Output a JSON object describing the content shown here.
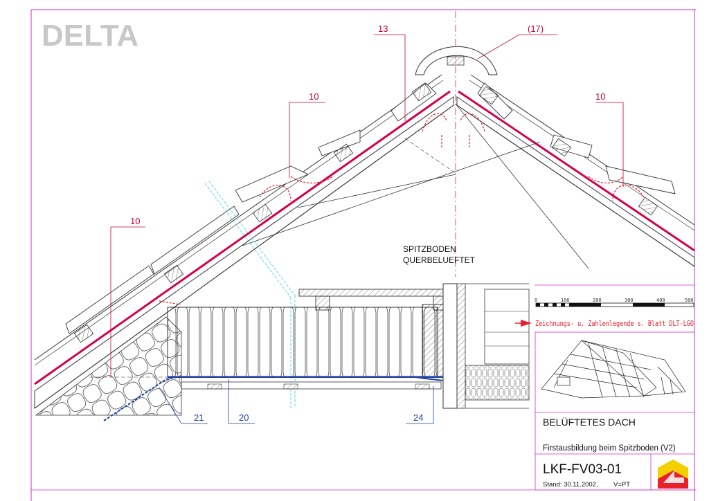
{
  "brand": {
    "logo_text": "DELTA"
  },
  "callouts": {
    "c13": "13",
    "c17": "(17)",
    "c10_mid_left": "10",
    "c10_right": "10",
    "c10_low_left": "10",
    "c21": "21",
    "c20": "20",
    "c24": "24"
  },
  "labels": {
    "attic_line1": "SPITZBODEN",
    "attic_line2": "QUERBELUEFTET",
    "legend_note": "Zeichnungs- u. Zahlenlegende s. Blatt DLT-LGO"
  },
  "scale": {
    "ticks": [
      "0",
      "100",
      "200",
      "300",
      "400",
      "500"
    ]
  },
  "title_block": {
    "category": "BELÜFTETES DACH",
    "subtitle": "Firstausbildung beim Spitzboden (V2)",
    "drawing_no": "LKF-FV03-01",
    "date_line": "Stand: 30.11.2002,",
    "version": "V=PT"
  },
  "colors": {
    "frame": "#d12fd1",
    "membrane": "#d4004c",
    "callout": "#cc0033",
    "blue_layer": "#1a3fa8",
    "cyan_guide": "#33ccee",
    "logo_gray": "#c8c8c8",
    "logo_yellow": "#f4d000",
    "logo_red": "#e8202a"
  }
}
